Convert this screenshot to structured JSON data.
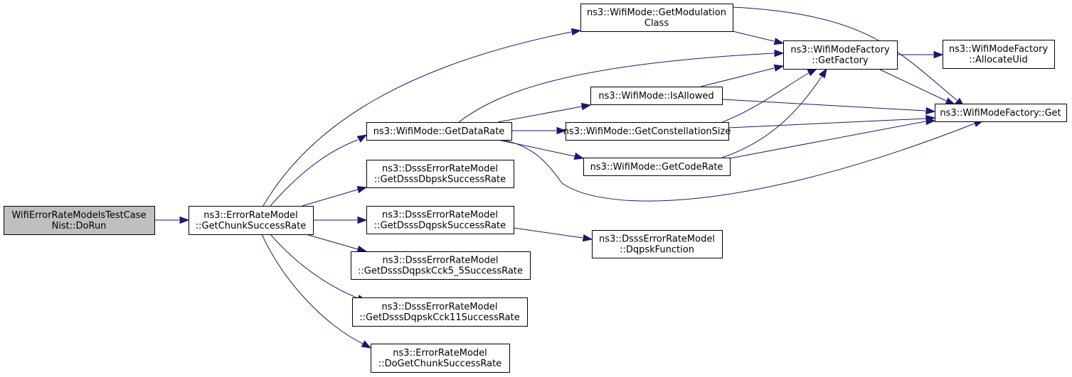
{
  "colors": {
    "edge": "#191970",
    "node_border": "#000000",
    "root_fill": "#bfbfbf",
    "node_fill": "#ffffff"
  },
  "nodes": [
    {
      "id": "root",
      "lines": [
        "WifiErrorRateModelsTestCase",
        "Nist::DoRun"
      ]
    },
    {
      "id": "erm_getchunk",
      "lines": [
        "ns3::ErrorRateModel",
        "::GetChunkSuccessRate"
      ]
    },
    {
      "id": "wm_getmodclass",
      "lines": [
        "ns3::WifiMode::GetModulation",
        "Class"
      ]
    },
    {
      "id": "wm_getdatarate",
      "lines": [
        "ns3::WifiMode::GetDataRate"
      ]
    },
    {
      "id": "dsss_dbpsk",
      "lines": [
        "ns3::DsssErrorRateModel",
        "::GetDsssDbpskSuccessRate"
      ]
    },
    {
      "id": "dsss_dqpsk",
      "lines": [
        "ns3::DsssErrorRateModel",
        "::GetDsssDqpskSuccessRate"
      ]
    },
    {
      "id": "dsss_cck55",
      "lines": [
        "ns3::DsssErrorRateModel",
        "::GetDsssDqpskCck5_5SuccessRate"
      ]
    },
    {
      "id": "dsss_cck11",
      "lines": [
        "ns3::DsssErrorRateModel",
        "::GetDsssDqpskCck11SuccessRate"
      ]
    },
    {
      "id": "erm_doget",
      "lines": [
        "ns3::ErrorRateModel",
        "::DoGetChunkSuccessRate"
      ]
    },
    {
      "id": "wm_isallowed",
      "lines": [
        "ns3::WifiMode::IsAllowed"
      ]
    },
    {
      "id": "wm_getconst",
      "lines": [
        "ns3::WifiMode::GetConstellationSize"
      ]
    },
    {
      "id": "wm_getcoderate",
      "lines": [
        "ns3::WifiMode::GetCodeRate"
      ]
    },
    {
      "id": "dsss_dqpskfn",
      "lines": [
        "ns3::DsssErrorRateModel",
        "::DqpskFunction"
      ]
    },
    {
      "id": "wmf_getfactory",
      "lines": [
        "ns3::WifiModeFactory",
        "::GetFactory"
      ]
    },
    {
      "id": "wmf_get",
      "lines": [
        "ns3::WifiModeFactory::Get"
      ]
    },
    {
      "id": "wmf_allocuid",
      "lines": [
        "ns3::WifiModeFactory",
        "::AllocateUid"
      ]
    }
  ],
  "edges": [
    {
      "from": "root",
      "to": "erm_getchunk"
    },
    {
      "from": "erm_getchunk",
      "to": "wm_getmodclass"
    },
    {
      "from": "erm_getchunk",
      "to": "wm_getdatarate"
    },
    {
      "from": "erm_getchunk",
      "to": "dsss_dbpsk"
    },
    {
      "from": "erm_getchunk",
      "to": "dsss_dqpsk"
    },
    {
      "from": "erm_getchunk",
      "to": "dsss_cck55"
    },
    {
      "from": "erm_getchunk",
      "to": "dsss_cck11"
    },
    {
      "from": "erm_getchunk",
      "to": "erm_doget"
    },
    {
      "from": "wm_getmodclass",
      "to": "wmf_getfactory"
    },
    {
      "from": "wm_getmodclass",
      "to": "wmf_get"
    },
    {
      "from": "wm_getdatarate",
      "to": "wmf_getfactory"
    },
    {
      "from": "wm_getdatarate",
      "to": "wm_isallowed"
    },
    {
      "from": "wm_getdatarate",
      "to": "wm_getconst"
    },
    {
      "from": "wm_getdatarate",
      "to": "wm_getcoderate"
    },
    {
      "from": "wm_getdatarate",
      "to": "wmf_get"
    },
    {
      "from": "wm_isallowed",
      "to": "wmf_getfactory"
    },
    {
      "from": "wm_isallowed",
      "to": "wmf_get"
    },
    {
      "from": "wm_getconst",
      "to": "wmf_getfactory"
    },
    {
      "from": "wm_getconst",
      "to": "wmf_get"
    },
    {
      "from": "wm_getcoderate",
      "to": "wmf_getfactory"
    },
    {
      "from": "wm_getcoderate",
      "to": "wmf_get"
    },
    {
      "from": "dsss_dqpsk",
      "to": "dsss_dqpskfn"
    },
    {
      "from": "wmf_getfactory",
      "to": "wmf_allocuid"
    },
    {
      "from": "wmf_getfactory",
      "to": "wmf_get"
    }
  ]
}
